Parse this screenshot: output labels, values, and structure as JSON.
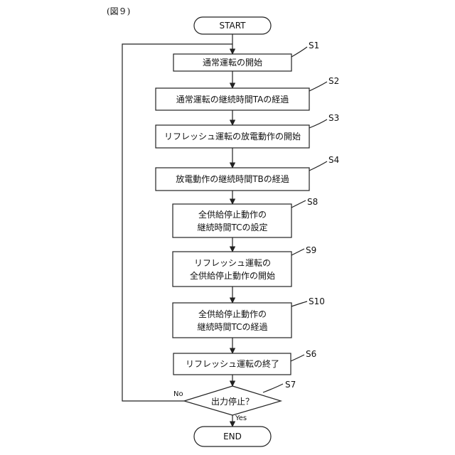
{
  "figure_label": "(図９)",
  "start": "START",
  "end": "END",
  "steps": [
    {
      "id": "S1",
      "lines": [
        "通常運転の開始"
      ]
    },
    {
      "id": "S2",
      "lines": [
        "通常運転の継続時間TAの経過"
      ]
    },
    {
      "id": "S3",
      "lines": [
        "リフレッシュ運転の放電動作の開始"
      ]
    },
    {
      "id": "S4",
      "lines": [
        "放電動作の継続時間TBの経過"
      ]
    },
    {
      "id": "S8",
      "lines": [
        "全供給停止動作の",
        "継続時間TCの設定"
      ]
    },
    {
      "id": "S9",
      "lines": [
        "リフレッシュ運転の",
        "全供給停止動作の開始"
      ]
    },
    {
      "id": "S10",
      "lines": [
        "全供給停止動作の",
        "継続時間TCの経過"
      ]
    },
    {
      "id": "S6",
      "lines": [
        "リフレッシュ運転の終了"
      ]
    }
  ],
  "decision": {
    "id": "S7",
    "text": "出力停止？",
    "no_label": "No",
    "yes_label": "Yes"
  }
}
